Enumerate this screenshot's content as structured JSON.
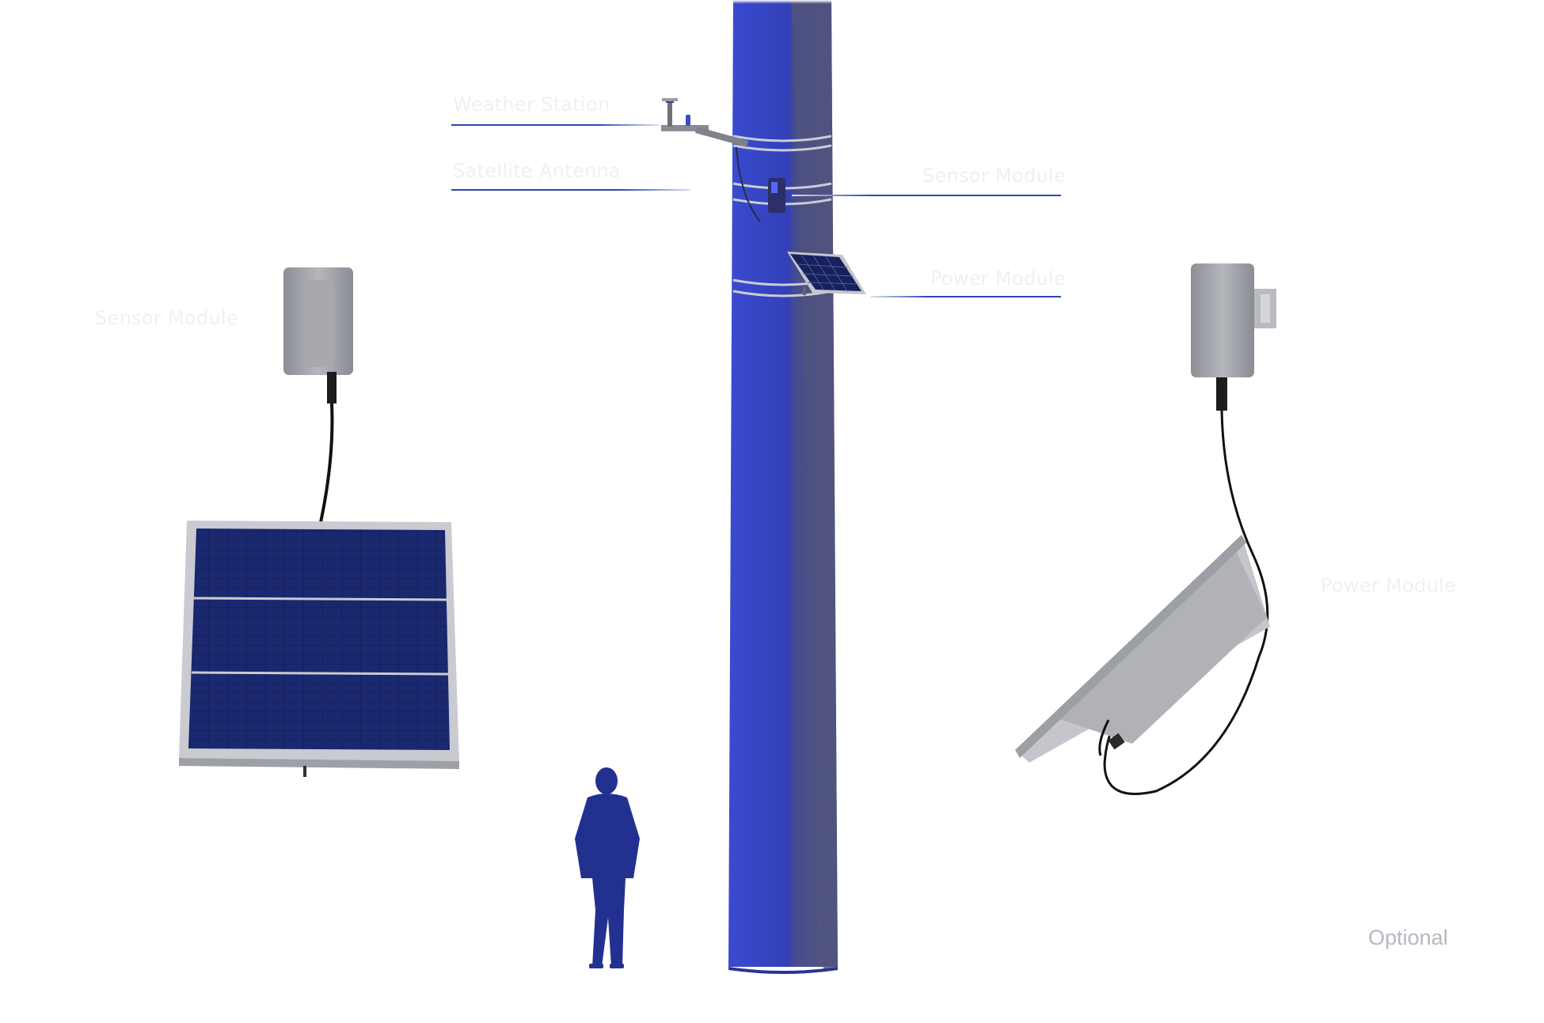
{
  "labels": {
    "weather_station": "Weather Station",
    "satellite_antenna": "Satellite Antenna",
    "sensor_module_top": "Sensor Module",
    "power_module_top": "Power Module",
    "sensor_module_left": "Sensor Module",
    "power_module_right": "Power Module",
    "optional": "Optional"
  },
  "colors": {
    "pole_blue": "#3a48c4",
    "pole_shadow": "#4b4f86",
    "leader_line": "#2c47b8",
    "panel_cell": "#15205a",
    "module_gray": "#9a9ca3"
  },
  "icons": {
    "figure": "standing-person",
    "solar": "solar-panel",
    "enclosure": "sensor-enclosure"
  }
}
